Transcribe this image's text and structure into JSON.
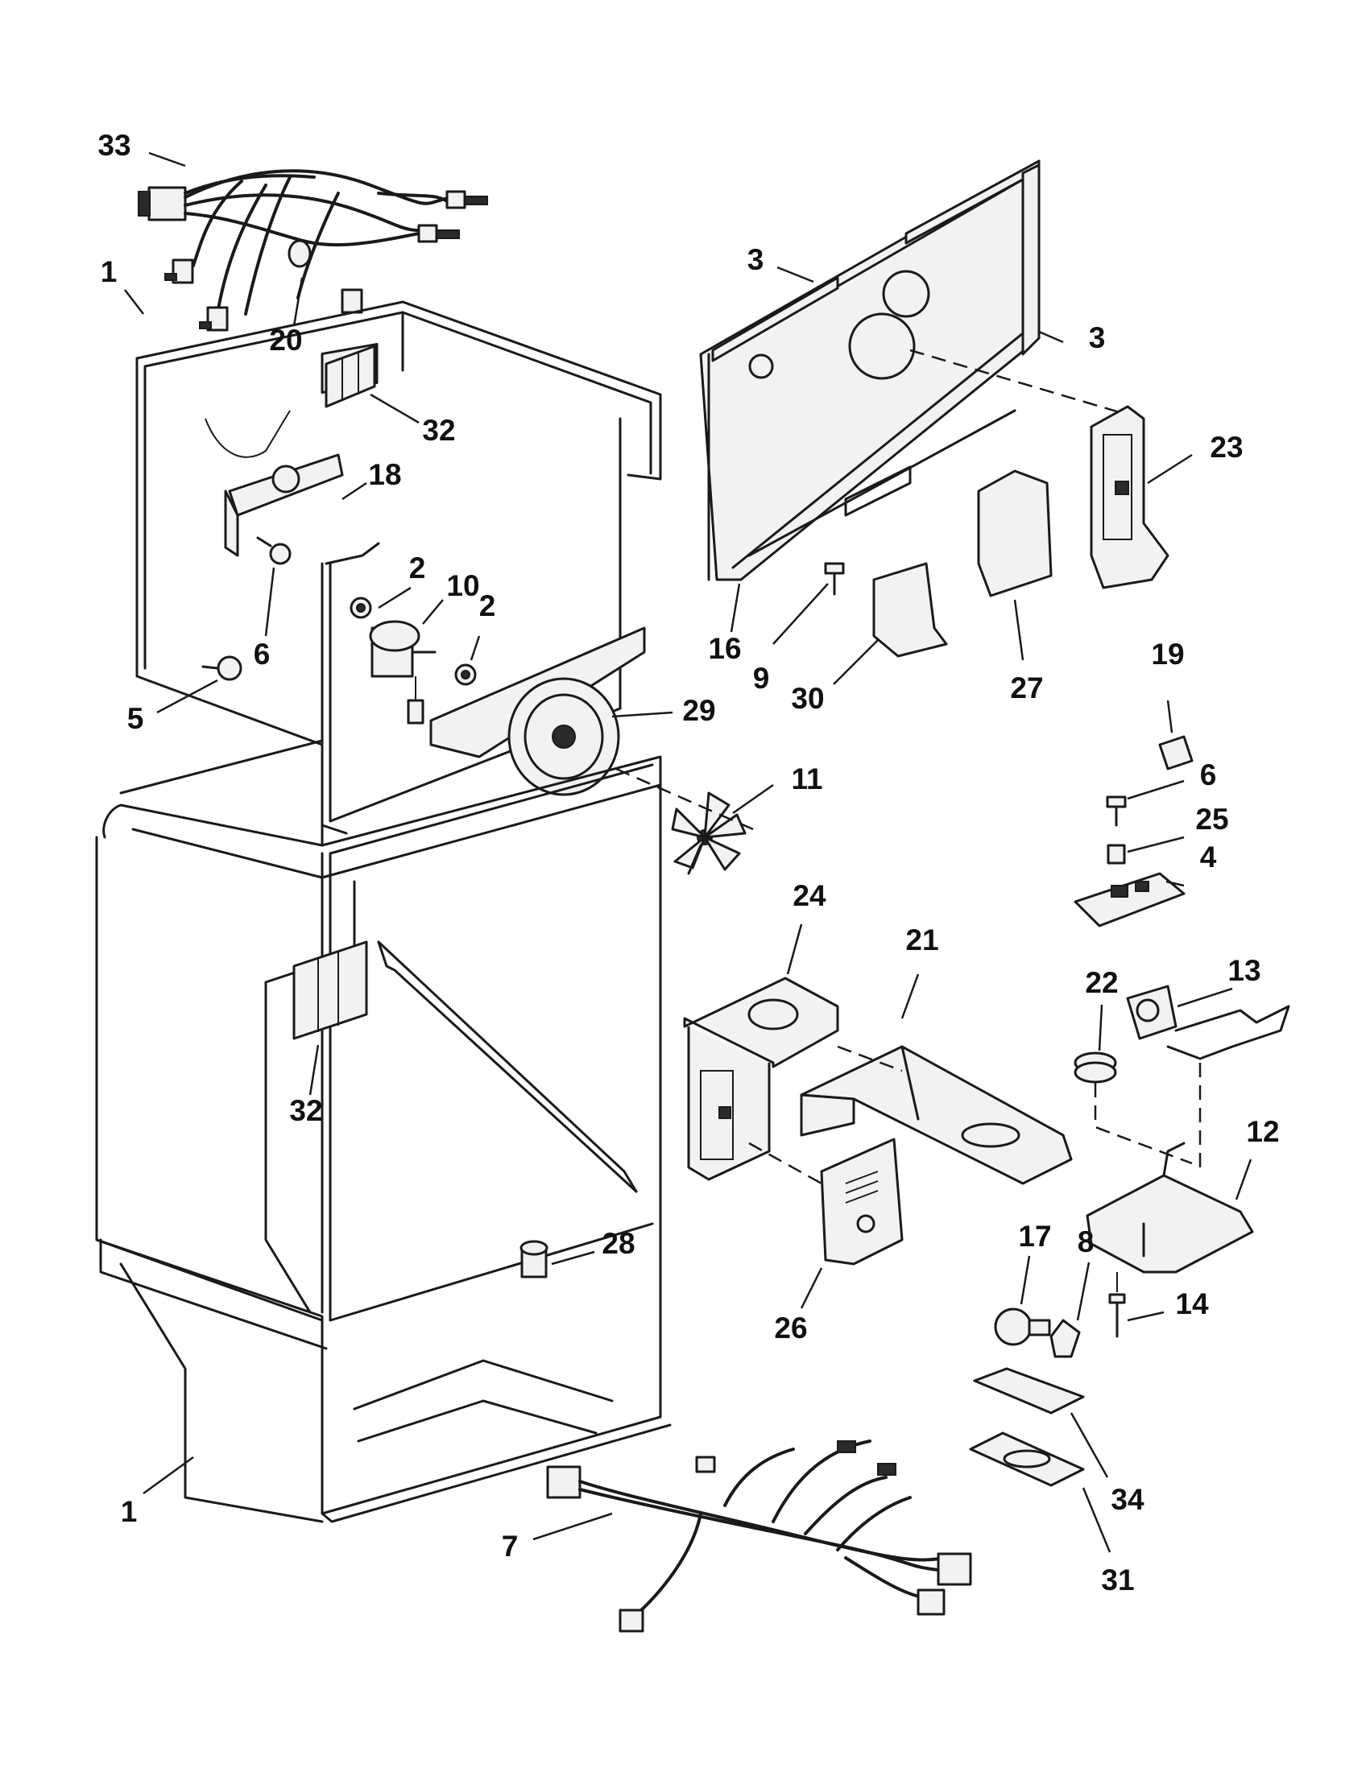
{
  "diagram": {
    "labels": [
      {
        "id": "l33",
        "text": "33"
      },
      {
        "id": "l20",
        "text": "20"
      },
      {
        "id": "l1a",
        "text": "1"
      },
      {
        "id": "l32a",
        "text": "32"
      },
      {
        "id": "l18",
        "text": "18"
      },
      {
        "id": "l2a",
        "text": "2"
      },
      {
        "id": "l10",
        "text": "10"
      },
      {
        "id": "l2b",
        "text": "2"
      },
      {
        "id": "l6a",
        "text": "6"
      },
      {
        "id": "l5",
        "text": "5"
      },
      {
        "id": "l29",
        "text": "29"
      },
      {
        "id": "l11",
        "text": "11"
      },
      {
        "id": "l3a",
        "text": "3"
      },
      {
        "id": "l3b",
        "text": "3"
      },
      {
        "id": "l23",
        "text": "23"
      },
      {
        "id": "l16",
        "text": "16"
      },
      {
        "id": "l9",
        "text": "9"
      },
      {
        "id": "l30",
        "text": "30"
      },
      {
        "id": "l27",
        "text": "27"
      },
      {
        "id": "l19",
        "text": "19"
      },
      {
        "id": "l6b",
        "text": "6"
      },
      {
        "id": "l25",
        "text": "25"
      },
      {
        "id": "l4",
        "text": "4"
      },
      {
        "id": "l24",
        "text": "24"
      },
      {
        "id": "l21",
        "text": "21"
      },
      {
        "id": "l22",
        "text": "22"
      },
      {
        "id": "l13",
        "text": "13"
      },
      {
        "id": "l12",
        "text": "12"
      },
      {
        "id": "l32b",
        "text": "32"
      },
      {
        "id": "l28",
        "text": "28"
      },
      {
        "id": "l26",
        "text": "26"
      },
      {
        "id": "l17",
        "text": "17"
      },
      {
        "id": "l8",
        "text": "8"
      },
      {
        "id": "l14",
        "text": "14"
      },
      {
        "id": "l34",
        "text": "34"
      },
      {
        "id": "l31",
        "text": "31"
      },
      {
        "id": "l1b",
        "text": "1"
      },
      {
        "id": "l7",
        "text": "7"
      }
    ]
  }
}
